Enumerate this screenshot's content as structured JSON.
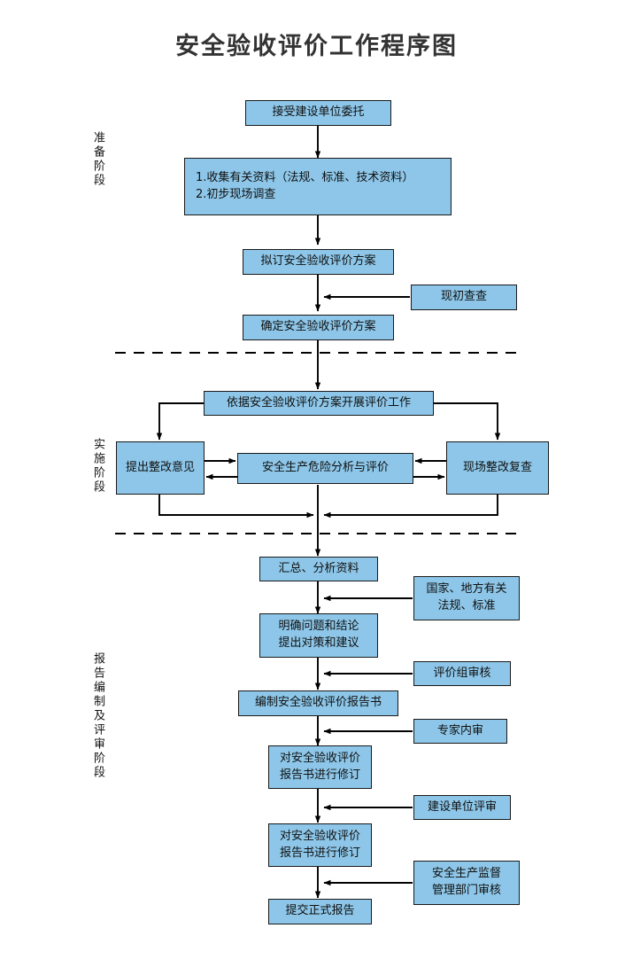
{
  "title": "安全验收评价工作程序图",
  "phases": [
    {
      "id": "prep",
      "label": "准备阶段"
    },
    {
      "id": "impl",
      "label": "实施阶段"
    },
    {
      "id": "report",
      "label": "报告编制及评审阶段"
    }
  ],
  "nodes": {
    "accept_commission": "接受建设单位委托",
    "collect_data": "1.收集有关资料（法规、标准、技术资料）\n2.初步现场调查",
    "draft_plan": "拟订安全验收评价方案",
    "site_first_check": "现初查查",
    "confirm_plan": "确定安全验收评价方案",
    "carry_out_eval": "依据安全验收评价方案开展评价工作",
    "rectify_opinion": "提出整改意见",
    "risk_analysis": "安全生产危险分析与评价",
    "site_recheck": "现场整改复查",
    "summarize_data": "汇总、分析资料",
    "laws_standards": "国家、地方有关\n法规、标准",
    "clarify_conclusion": "明确问题和结论\n提出对策和建议",
    "eval_group_review": "评价组审核",
    "compile_report": "编制安全验收评价报告书",
    "expert_review": "专家内审",
    "revise_report_1": "对安全验收评价\n报告书进行修订",
    "owner_review": "建设单位评审",
    "revise_report_2": "对安全验收评价\n报告书进行修订",
    "authority_review": "安全生产监督\n管理部门审核",
    "submit_report": "提交正式报告"
  },
  "colors": {
    "node_fill": "#8DC6E8",
    "node_border": "#1a1a1a",
    "edge": "#000000",
    "title_text": "#333333",
    "background": "#ffffff"
  },
  "chart_data": {
    "type": "diagram",
    "diagram_kind": "flowchart",
    "orientation": "top-to-bottom",
    "title": "安全验收评价工作程序图",
    "sections": [
      {
        "name": "准备阶段",
        "steps": [
          "接受建设单位委托",
          "1.收集有关资料（法规、标准、技术资料） 2.初步现场调查",
          "拟订安全验收评价方案",
          "确定安全验收评价方案"
        ],
        "side_inputs": [
          "现初查查"
        ]
      },
      {
        "name": "实施阶段",
        "steps": [
          "依据安全验收评价方案开展评价工作",
          "提出整改意见",
          "安全生产危险分析与评价",
          "现场整改复查"
        ],
        "side_inputs": []
      },
      {
        "name": "报告编制及评审阶段",
        "steps": [
          "汇总、分析资料",
          "明确问题和结论 提出对策和建议",
          "编制安全验收评价报告书",
          "对安全验收评价报告书进行修订",
          "对安全验收评价报告书进行修订",
          "提交正式报告"
        ],
        "side_inputs": [
          "国家、地方有关法规、标准",
          "评价组审核",
          "专家内审",
          "建设单位评审",
          "安全生产监督管理部门审核"
        ]
      }
    ],
    "separators": 2
  }
}
